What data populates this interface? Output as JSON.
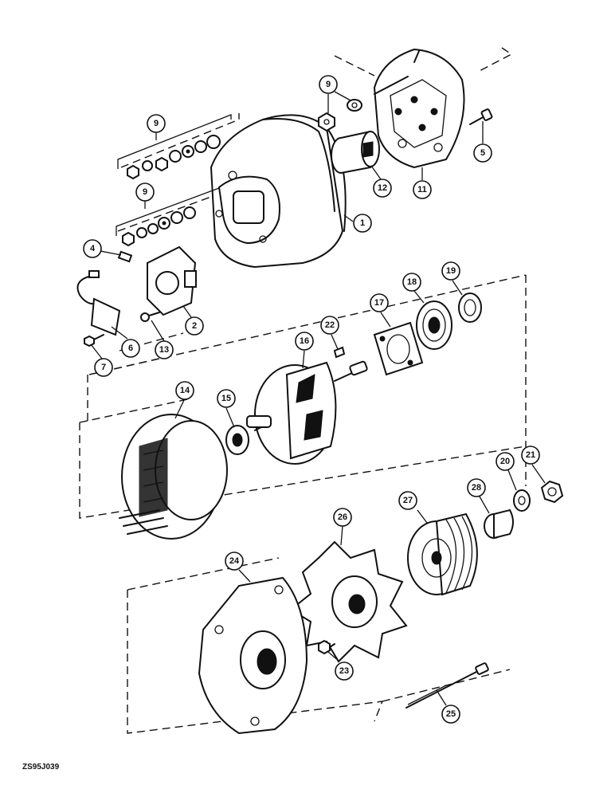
{
  "figure": {
    "id_label": "ZS95J039"
  },
  "callouts": [
    {
      "key": "c1",
      "label": "1"
    },
    {
      "key": "c2",
      "label": "2"
    },
    {
      "key": "c4",
      "label": "4"
    },
    {
      "key": "c5",
      "label": "5"
    },
    {
      "key": "c6",
      "label": "6"
    },
    {
      "key": "c7",
      "label": "7"
    },
    {
      "key": "c9a",
      "label": "9"
    },
    {
      "key": "c9b",
      "label": "9"
    },
    {
      "key": "c9c",
      "label": "9"
    },
    {
      "key": "c11",
      "label": "11"
    },
    {
      "key": "c12",
      "label": "12"
    },
    {
      "key": "c13",
      "label": "13"
    },
    {
      "key": "c14",
      "label": "14"
    },
    {
      "key": "c15",
      "label": "15"
    },
    {
      "key": "c16",
      "label": "16"
    },
    {
      "key": "c17",
      "label": "17"
    },
    {
      "key": "c18",
      "label": "18"
    },
    {
      "key": "c19",
      "label": "19"
    },
    {
      "key": "c20",
      "label": "20"
    },
    {
      "key": "c21",
      "label": "21"
    },
    {
      "key": "c22",
      "label": "22"
    },
    {
      "key": "c23",
      "label": "23"
    },
    {
      "key": "c24",
      "label": "24"
    },
    {
      "key": "c25",
      "label": "25"
    },
    {
      "key": "c26",
      "label": "26"
    },
    {
      "key": "c27",
      "label": "27"
    },
    {
      "key": "c28",
      "label": "28"
    }
  ]
}
